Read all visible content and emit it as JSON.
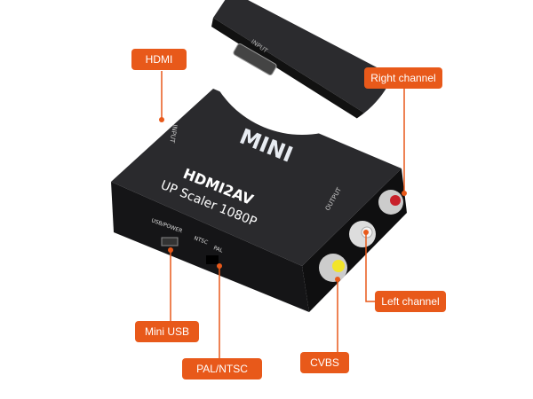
{
  "device": {
    "brand": "MINI",
    "model": "HDMI2AV",
    "subtitle": "UP Scaler 1080P",
    "port_input": "INPUT",
    "port_output": "OUTPUT",
    "port_usb": "USB/POWER",
    "switch_ntsc": "NTSC",
    "switch_pal": "PAL",
    "inset_input": "INPUT"
  },
  "labels": {
    "hdmi": "HDMI",
    "right_channel": "Right channel",
    "left_channel": "Left channel",
    "mini_usb": "Mini USB",
    "pal_ntsc": "PAL/NTSC",
    "cvbs": "CVBS"
  },
  "colors": {
    "accent": "#e8591a",
    "device": "#1e1e20"
  }
}
